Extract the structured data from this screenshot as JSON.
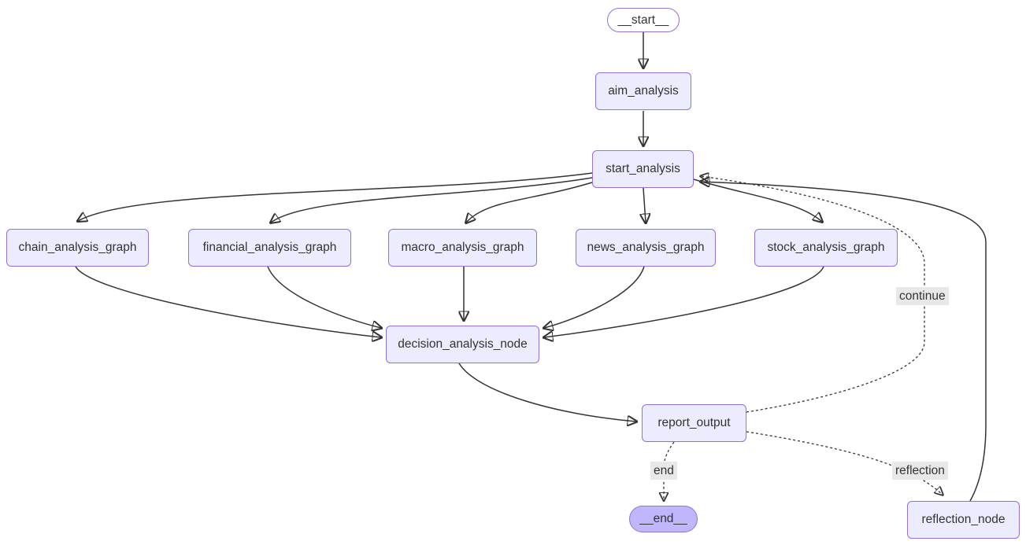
{
  "diagram": {
    "type": "flowchart",
    "direction": "top-down",
    "nodes": {
      "start_pill": {
        "label": "__start__",
        "shape": "stadium",
        "fill": "#ffffff"
      },
      "aim_analysis": {
        "label": "aim_analysis",
        "shape": "rect",
        "fill": "#ECECFF"
      },
      "start_analysis": {
        "label": "start_analysis",
        "shape": "rect",
        "fill": "#ECECFF"
      },
      "chain_analysis_graph": {
        "label": "chain_analysis_graph",
        "shape": "rect",
        "fill": "#ECECFF"
      },
      "financial_analysis_graph": {
        "label": "financial_analysis_graph",
        "shape": "rect",
        "fill": "#ECECFF"
      },
      "macro_analysis_graph": {
        "label": "macro_analysis_graph",
        "shape": "rect",
        "fill": "#ECECFF"
      },
      "news_analysis_graph": {
        "label": "news_analysis_graph",
        "shape": "rect",
        "fill": "#ECECFF"
      },
      "stock_analysis_graph": {
        "label": "stock_analysis_graph",
        "shape": "rect",
        "fill": "#ECECFF"
      },
      "decision_analysis_node": {
        "label": "decision_analysis_node",
        "shape": "rect",
        "fill": "#ECECFF"
      },
      "report_output": {
        "label": "report_output",
        "shape": "rect",
        "fill": "#ECECFF"
      },
      "end_pill": {
        "label": "__end__",
        "shape": "stadium",
        "fill": "#bfb6fc"
      },
      "reflection_node": {
        "label": "reflection_node",
        "shape": "rect",
        "fill": "#ECECFF"
      }
    },
    "edge_labels": {
      "continue": "continue",
      "end": "end",
      "reflection": "reflection"
    },
    "edges": [
      {
        "from": "__start__",
        "to": "aim_analysis",
        "style": "solid"
      },
      {
        "from": "aim_analysis",
        "to": "start_analysis",
        "style": "solid"
      },
      {
        "from": "start_analysis",
        "to": "chain_analysis_graph",
        "style": "solid"
      },
      {
        "from": "start_analysis",
        "to": "financial_analysis_graph",
        "style": "solid"
      },
      {
        "from": "start_analysis",
        "to": "macro_analysis_graph",
        "style": "solid"
      },
      {
        "from": "start_analysis",
        "to": "news_analysis_graph",
        "style": "solid"
      },
      {
        "from": "start_analysis",
        "to": "stock_analysis_graph",
        "style": "solid"
      },
      {
        "from": "chain_analysis_graph",
        "to": "decision_analysis_node",
        "style": "solid"
      },
      {
        "from": "financial_analysis_graph",
        "to": "decision_analysis_node",
        "style": "solid"
      },
      {
        "from": "macro_analysis_graph",
        "to": "decision_analysis_node",
        "style": "solid"
      },
      {
        "from": "news_analysis_graph",
        "to": "decision_analysis_node",
        "style": "solid"
      },
      {
        "from": "stock_analysis_graph",
        "to": "decision_analysis_node",
        "style": "solid"
      },
      {
        "from": "decision_analysis_node",
        "to": "report_output",
        "style": "solid"
      },
      {
        "from": "report_output",
        "to": "start_analysis",
        "style": "dotted",
        "label": "continue"
      },
      {
        "from": "report_output",
        "to": "__end__",
        "style": "dotted",
        "label": "end"
      },
      {
        "from": "report_output",
        "to": "reflection_node",
        "style": "dotted",
        "label": "reflection"
      },
      {
        "from": "reflection_node",
        "to": "start_analysis",
        "style": "solid"
      }
    ],
    "colors": {
      "node_fill": "#ECECFF",
      "node_border": "#9370DB",
      "end_node_fill": "#bfb6fc",
      "edge_stroke": "#333333",
      "edge_label_bg": "#e8e8e8",
      "text": "#333333",
      "background": "#ffffff"
    }
  }
}
